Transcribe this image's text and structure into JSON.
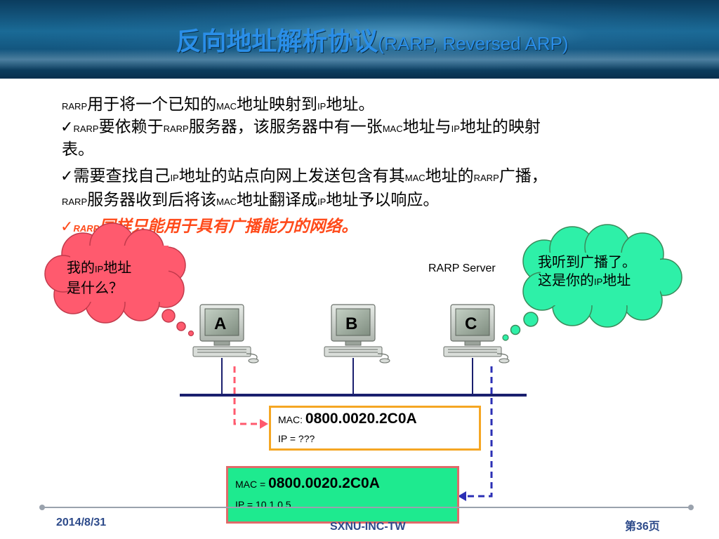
{
  "title": {
    "main": "反向地址解析协议",
    "sub": "(RARP, Reversed ARP)"
  },
  "bullets": {
    "l1": {
      "a": "RARP",
      "b": "用于将一个已知的",
      "c": "MAC",
      "d": "地址映射到",
      "e": "IP",
      "f": "地址。"
    },
    "l2": {
      "check": "✓",
      "a": "RARP",
      "b": "要依赖于",
      "c": "RARP",
      "d": "服务器，该服务器中有一张",
      "e": "MAC",
      "f": "地址与",
      "g": "IP",
      "h": "地址的映射"
    },
    "l2b": {
      "a": "表。"
    },
    "l3": {
      "check": "✓",
      "a": "需要查找自己",
      "b": "IP",
      "c": "地址的站点向网上发送包含有其",
      "d": "MAC",
      "e": "地址的",
      "f": "RARP",
      "g": "广播，"
    },
    "l4": {
      "a": "RARP",
      "b": "服务器收到后将该",
      "c": "MAC",
      "d": "地址翻译成",
      "e": "IP",
      "f": "地址予以响应。"
    },
    "l5": {
      "check": "✓",
      "a": "RARP",
      "b": "同样只能用于具有广播能力的网络。"
    }
  },
  "bubble_left": {
    "a": "我的",
    "b": "IP",
    "c": "地址",
    "d": "是什么？"
  },
  "bubble_right": {
    "a": "我听到广播了。",
    "b": "这是你的",
    "c": "IP",
    "d": "地址"
  },
  "server_label": "RARP Server",
  "hosts": {
    "a": "A",
    "b": "B",
    "c": "C"
  },
  "request_packet": {
    "mac_label": "MAC: ",
    "mac_value": "0800.0020.2C0A",
    "ip_line": "IP = ???"
  },
  "reply_packet": {
    "mac_label": "MAC = ",
    "mac_value": "0800.0020.2C0A",
    "ip_line": "IP = 10.1.0.5"
  },
  "footer": {
    "date": "2014/8/31",
    "center": "SXNU-INC-TW",
    "page": "第36页"
  },
  "colors": {
    "title": "#2a8ee8",
    "highlight": "#ff4a1a",
    "bubble_left": "#ff5a6e",
    "bubble_right": "#2ef0a8",
    "request_border": "#f5a623",
    "reply_fill": "#1eea8f",
    "bus": "#1a1f6e"
  }
}
